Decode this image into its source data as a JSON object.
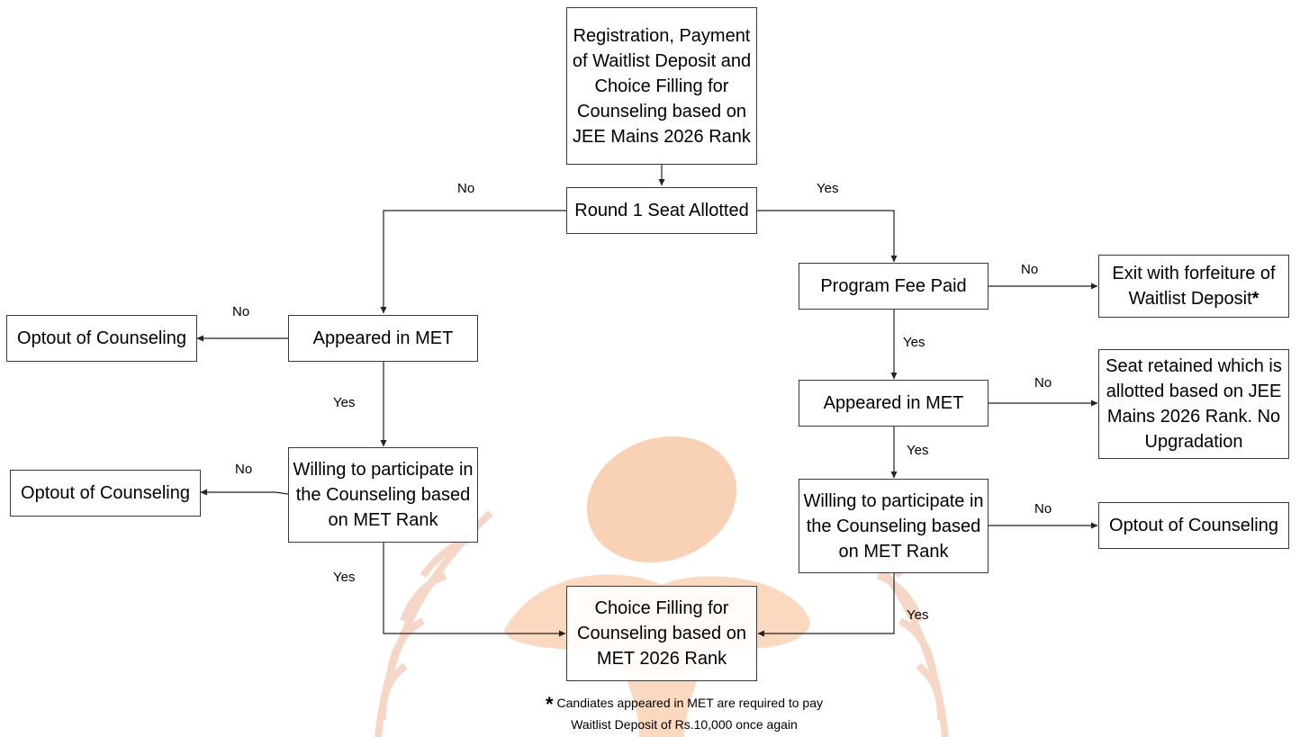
{
  "nodes": {
    "registration": "Registration, Payment of Waitlist Deposit and Choice Filling for Counseling based on JEE Mains 2026 Rank",
    "round1": "Round 1 Seat Allotted",
    "program_fee": "Program Fee Paid",
    "exit_forfeit": "Exit with forfeiture of Waitlist Deposit",
    "exit_forfeit_mark": "*",
    "appeared_met_left": "Appeared in MET",
    "optout_left_1": "Optout of Counseling",
    "willing_left": "Willing to participate in the Counseling based on MET Rank",
    "optout_left_2": "Optout of Counseling",
    "appeared_met_right": "Appeared in MET",
    "seat_retained": "Seat retained which is allotted based on JEE Mains 2026 Rank. No Upgradation",
    "willing_right": "Willing to participate in the Counseling based on MET Rank",
    "optout_right": "Optout of Counseling",
    "choice_filling": "Choice Filling for Counseling based on MET 2026 Rank"
  },
  "edge_labels": {
    "round1_no": "No",
    "round1_yes": "Yes",
    "program_fee_no": "No",
    "program_fee_yes": "Yes",
    "appeared_left_no": "No",
    "appeared_left_yes": "Yes",
    "willing_left_no": "No",
    "willing_left_yes": "Yes",
    "appeared_right_no": "No",
    "appeared_right_yes": "Yes",
    "willing_right_no": "No",
    "willing_right_yes": "Yes"
  },
  "footnote": {
    "mark": "*",
    "line1": "Candiates appeared in MET are required to pay",
    "line2": "Waitlist Deposit of Rs.10,000 once again"
  }
}
